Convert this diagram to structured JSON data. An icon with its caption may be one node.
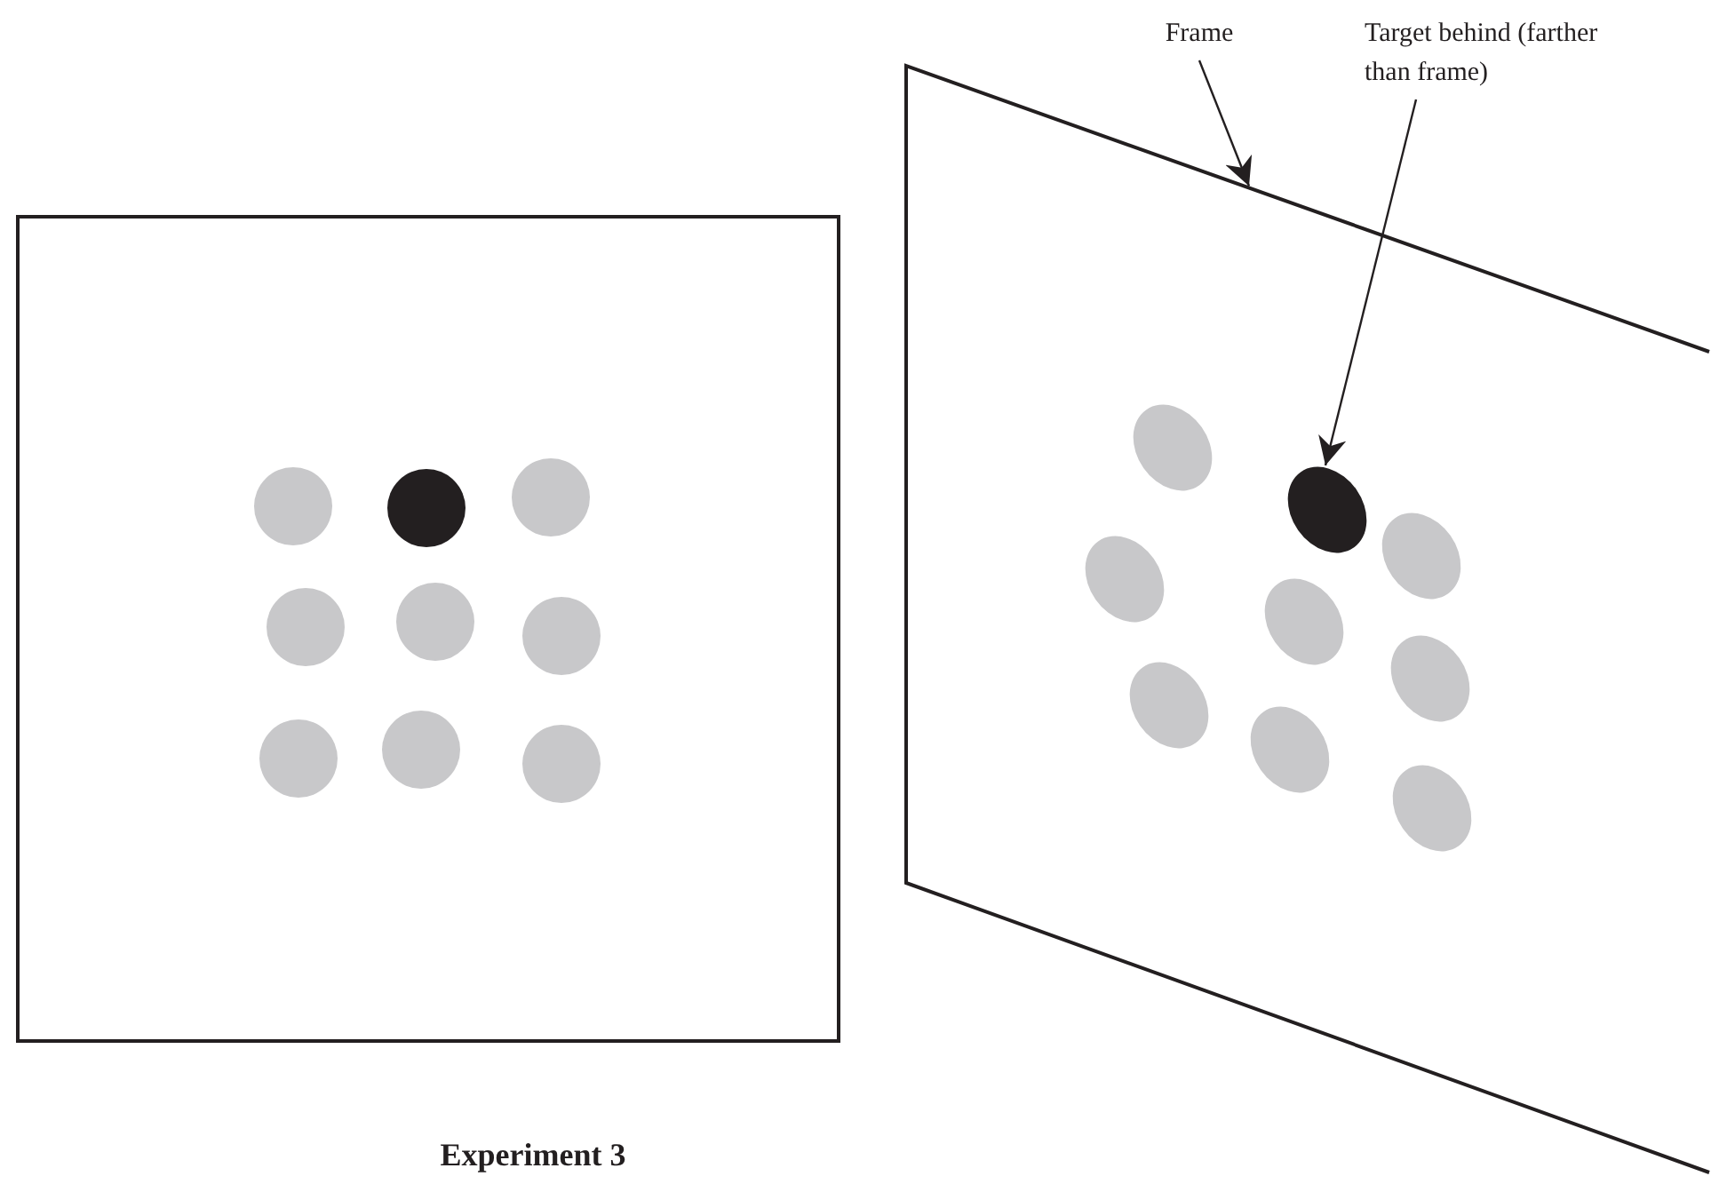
{
  "diagram": {
    "caption": "Experiment 3",
    "nodes": [
      {
        "text": [],
        "shape": "circle"
      },
      {
        "text": [
          "Frame"
        ]
      },
      {
        "text": [
          "Target behind (farther than frame)"
        ]
      },
      {
        "text": [],
        "shape": "parallelogram"
      },
      {
        "text": [],
        "shape": "circle",
        "in": 3
      }
    ],
    "edges": [
      {
        "from": 1,
        "to": 3,
        "arrow": "to"
      },
      {
        "from": 2,
        "to": 4,
        "arrow": "to"
      }
    ]
  }
}
